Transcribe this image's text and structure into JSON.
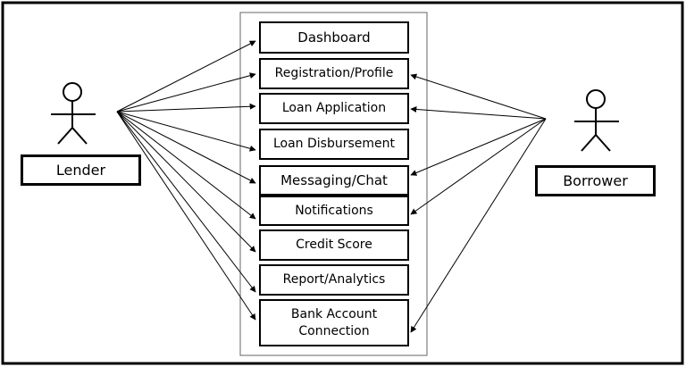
{
  "actors": {
    "lender": {
      "label": "Lender"
    },
    "borrower": {
      "label": "Borrower"
    }
  },
  "use_cases": [
    {
      "id": "dashboard",
      "label": "Dashboard"
    },
    {
      "id": "registration",
      "label": "Registration/Profile"
    },
    {
      "id": "loan-application",
      "label": "Loan Application"
    },
    {
      "id": "loan-disbursement",
      "label": "Loan Disbursement"
    },
    {
      "id": "messaging",
      "label": "Messaging/Chat"
    },
    {
      "id": "notifications",
      "label": "Notifications"
    },
    {
      "id": "credit-score",
      "label": "Credit Score"
    },
    {
      "id": "report-analytics",
      "label": "Report/Analytics"
    },
    {
      "id": "bank-account",
      "label": "Bank Account\nConnection"
    }
  ],
  "associations": {
    "lender": [
      "dashboard",
      "registration",
      "loan-application",
      "loan-disbursement",
      "messaging",
      "notifications",
      "credit-score",
      "report-analytics",
      "bank-account"
    ],
    "borrower": [
      "registration",
      "loan-application",
      "messaging",
      "notifications",
      "bank-account"
    ]
  }
}
